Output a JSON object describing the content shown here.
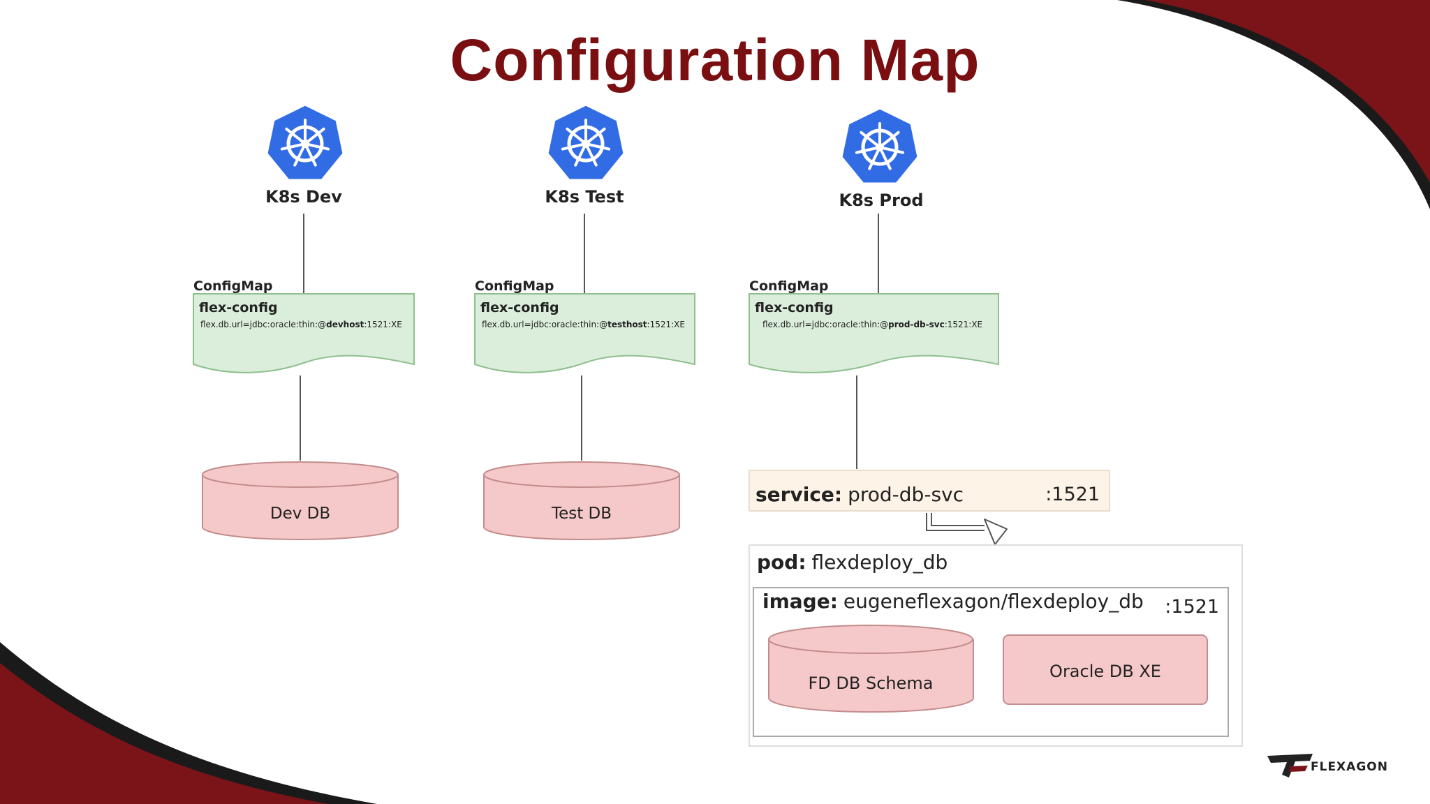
{
  "slide": {
    "title": "Configuration Map"
  },
  "clusters": [
    {
      "label": "K8s Dev",
      "icon": "kubernetes-icon",
      "configmap": {
        "kind": "ConfigMap",
        "name": "flex-config",
        "url_prefix": "flex.db.url=jdbc:oracle:thin:@",
        "host": "devhost",
        "url_suffix": ":1521:XE"
      },
      "database": "Dev DB"
    },
    {
      "label": "K8s Test",
      "icon": "kubernetes-icon",
      "configmap": {
        "kind": "ConfigMap",
        "name": "flex-config",
        "url_prefix": "flex.db.url=jdbc:oracle:thin:@",
        "host": "testhost",
        "url_suffix": ":1521:XE"
      },
      "database": "Test DB"
    },
    {
      "label": "K8s Prod",
      "icon": "kubernetes-icon",
      "configmap": {
        "kind": "ConfigMap",
        "name": "flex-config",
        "url_prefix": "flex.db.url=jdbc:oracle:thin:@",
        "host": "prod-db-svc",
        "url_suffix": ":1521:XE"
      },
      "service": {
        "key": "service:",
        "value": "prod-db-svc",
        "port": ":1521"
      },
      "pod": {
        "key": "pod:",
        "value": "flexdeploy_db",
        "image_key": "image:",
        "image_value": "eugeneflexagon/flexdeploy_db",
        "image_port": ":1521",
        "schema": "FD DB Schema",
        "engine": "Oracle DB XE"
      }
    }
  ],
  "logo": {
    "text": "FLEXAGON"
  },
  "colors": {
    "brand_red": "#7a1418",
    "title_red": "#7a0f12",
    "k8s_blue": "#326ce5",
    "configmap_fill": "#dbeedb",
    "configmap_stroke": "#8fbf8f",
    "db_fill": "#f5c9c9",
    "db_stroke": "#c48c8c",
    "service_fill": "#fdf3e6"
  }
}
